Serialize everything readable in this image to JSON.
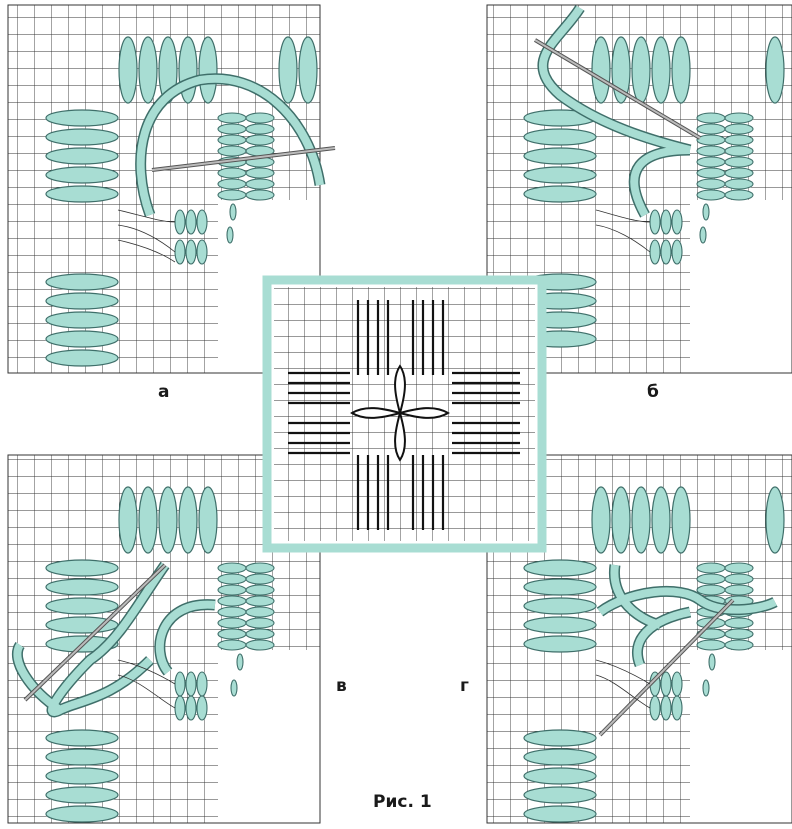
{
  "figure": {
    "caption": "Рис. 1",
    "panels": [
      {
        "id": "a",
        "label": "а"
      },
      {
        "id": "b",
        "label": "б"
      },
      {
        "id": "v",
        "label": "в"
      },
      {
        "id": "g",
        "label": "г"
      }
    ]
  },
  "colors": {
    "thread": "#a8ddd3",
    "thread_outline": "#3f6f6a",
    "grid": "#333333",
    "center_frame": "#a8ddd3",
    "needle": "#9a9a9a"
  }
}
